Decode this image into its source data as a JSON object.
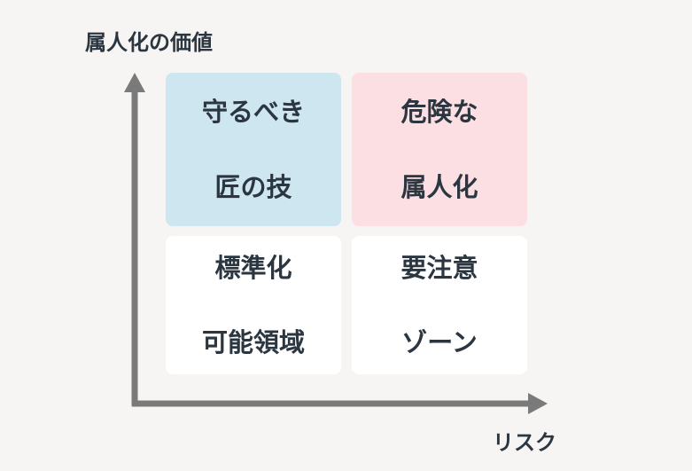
{
  "diagram": {
    "y_axis_label": "属人化の価値",
    "x_axis_label": "リスク",
    "quadrants": {
      "top_left": {
        "line1": "守るべき",
        "line2": "匠の技",
        "color": "#cde6f0"
      },
      "top_right": {
        "line1": "危険な",
        "line2": "属人化",
        "color": "#fbdfe2"
      },
      "bottom_left": {
        "line1": "標準化",
        "line2": "可能領域",
        "color": "#ffffff"
      },
      "bottom_right": {
        "line1": "要注意",
        "line2": "ゾーン",
        "color": "#ffffff"
      }
    },
    "axis_color": "#7a7a7a"
  }
}
